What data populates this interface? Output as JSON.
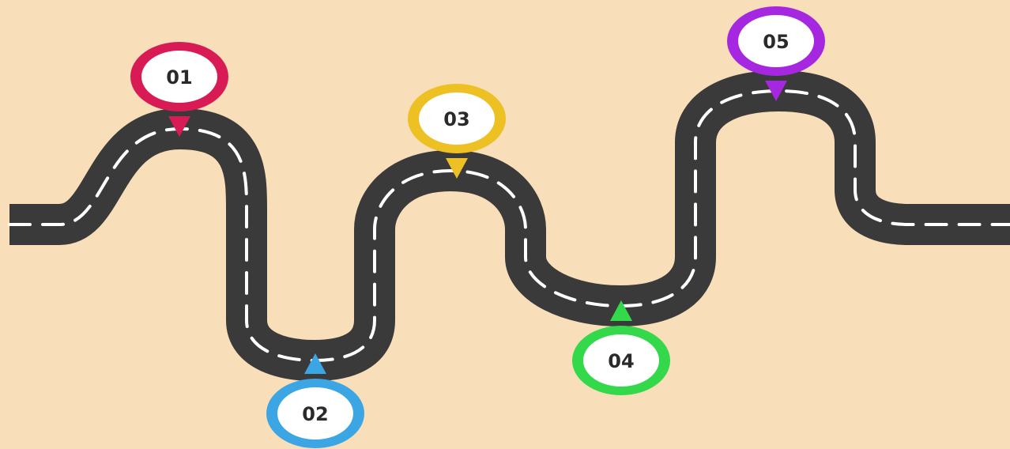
{
  "colors": {
    "background": "#f8deb9",
    "road": "#3a3a3a",
    "lane_marking": "#ffffff",
    "pin_text": "#2a2a2a"
  },
  "milestones": [
    {
      "label": "01",
      "color": "#d81b54",
      "pin_direction": "down"
    },
    {
      "label": "02",
      "color": "#3ba6e3",
      "pin_direction": "up"
    },
    {
      "label": "03",
      "color": "#edc023",
      "pin_direction": "down"
    },
    {
      "label": "04",
      "color": "#33d94a",
      "pin_direction": "up"
    },
    {
      "label": "05",
      "color": "#a528e0",
      "pin_direction": "down"
    }
  ]
}
